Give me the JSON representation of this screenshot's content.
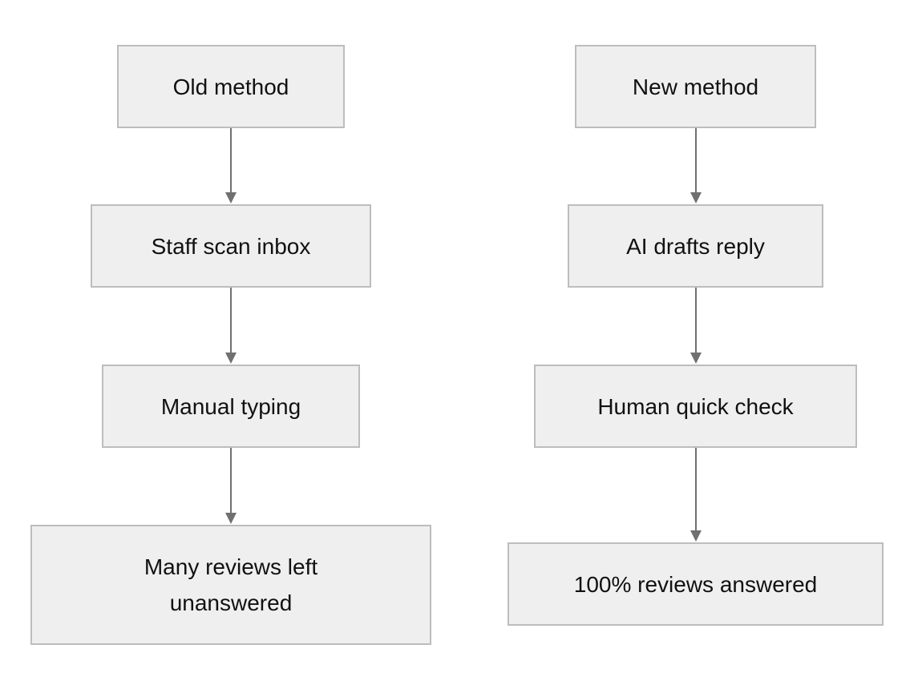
{
  "diagram": {
    "colors": {
      "box_fill": "#efefef",
      "box_border": "#bdbdbd",
      "text": "#111111",
      "arrow": "#707070"
    },
    "columns": [
      {
        "nodes": [
          {
            "label": "Old method"
          },
          {
            "label": "Staff scan inbox"
          },
          {
            "label": "Manual typing"
          },
          {
            "label": "Many reviews left unanswered"
          }
        ]
      },
      {
        "nodes": [
          {
            "label": "New method"
          },
          {
            "label": "AI drafts reply"
          },
          {
            "label": "Human quick check"
          },
          {
            "label": "100% reviews answered"
          }
        ]
      }
    ]
  }
}
